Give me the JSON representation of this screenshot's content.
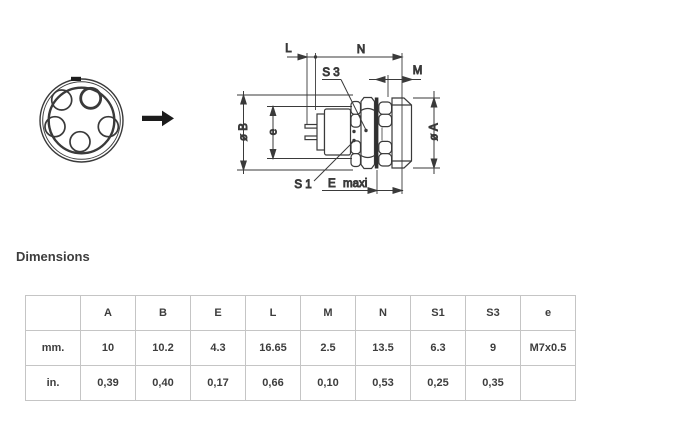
{
  "diagram": {
    "labels": {
      "L": "L",
      "N": "N",
      "S3": "S 3",
      "M": "M",
      "dia_b": "ø B",
      "e": "e",
      "dia_a": "ø A",
      "S1": "S 1",
      "E": "E",
      "maxi": "maxi"
    }
  },
  "section": {
    "title": "Dimensions"
  },
  "table": {
    "columns": [
      "",
      "A",
      "B",
      "E",
      "L",
      "M",
      "N",
      "S1",
      "S3",
      "e"
    ],
    "rows": [
      {
        "label": "mm.",
        "values": [
          "10",
          "10.2",
          "4.3",
          "16.65",
          "2.5",
          "13.5",
          "6.3",
          "9",
          "M7x0.5"
        ]
      },
      {
        "label": "in.",
        "values": [
          "0,39",
          "0,40",
          "0,17",
          "0,66",
          "0,10",
          "0,53",
          "0,25",
          "0,35",
          ""
        ]
      }
    ]
  },
  "colors": {
    "line": "#3a3a3a",
    "table_border": "#c5c5c5",
    "text": "#3d3d3d"
  }
}
